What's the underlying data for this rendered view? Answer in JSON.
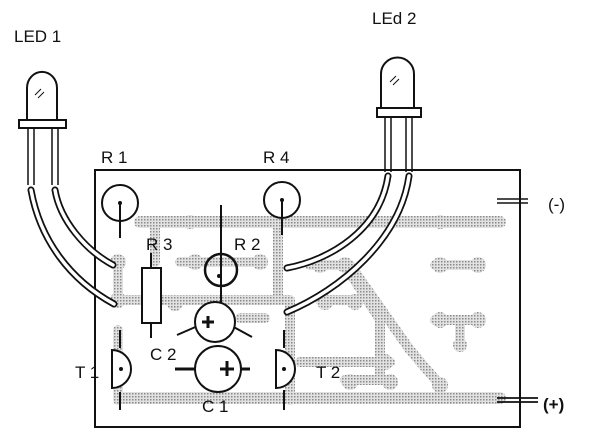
{
  "labels": {
    "led1": "LED 1",
    "led2": "LEd 2",
    "r1": "R 1",
    "r2": "R 2",
    "r3": "R 3",
    "r4": "R 4",
    "c1": "C 1",
    "c2": "C 2",
    "t1": "T 1",
    "t2": "T 2",
    "minus": "(-)",
    "plus": "(+)"
  },
  "colors": {
    "ink": "#111111",
    "trace": "#b8b8b8"
  }
}
